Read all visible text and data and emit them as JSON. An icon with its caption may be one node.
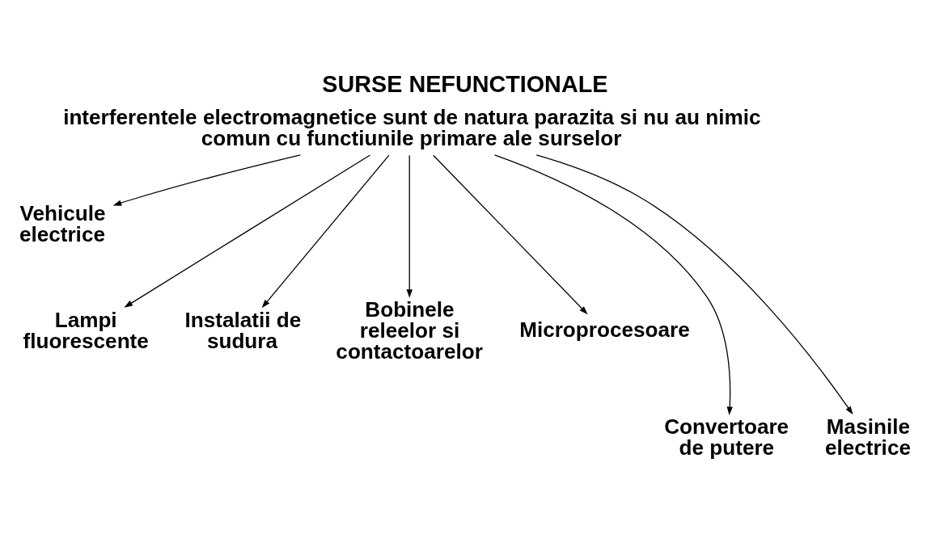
{
  "diagram": {
    "title": "SURSE NEFUNCTIONALE",
    "nodes": [
      {
        "text": [
          "interferentele electromagnetice sunt de natura parazita si nu au nimic comun cu functiunile primare ale surselor"
        ]
      },
      {
        "text": [
          "Vehicule electrice"
        ]
      },
      {
        "text": [
          "Lampi fluorescente"
        ]
      },
      {
        "text": [
          "Instalatii de sudura"
        ]
      },
      {
        "text": [
          "Bobinele releelor si contactoarelor"
        ]
      },
      {
        "text": [
          "Microprocesoare"
        ]
      },
      {
        "text": [
          "Convertoare de putere"
        ]
      },
      {
        "text": [
          "Masinile electrice"
        ]
      }
    ],
    "edges": [
      {
        "from": 0,
        "to": 2,
        "arrow": "to"
      },
      {
        "from": 0,
        "to": 6,
        "arrow": "to"
      },
      {
        "from": 0,
        "to": 3,
        "arrow": "to"
      },
      {
        "from": 0,
        "to": 7,
        "arrow": "to"
      },
      {
        "from": 0,
        "to": 4,
        "arrow": "to"
      },
      {
        "from": 0,
        "to": 5,
        "arrow": "to"
      },
      {
        "from": 0,
        "to": 1,
        "arrow": "to"
      }
    ]
  }
}
